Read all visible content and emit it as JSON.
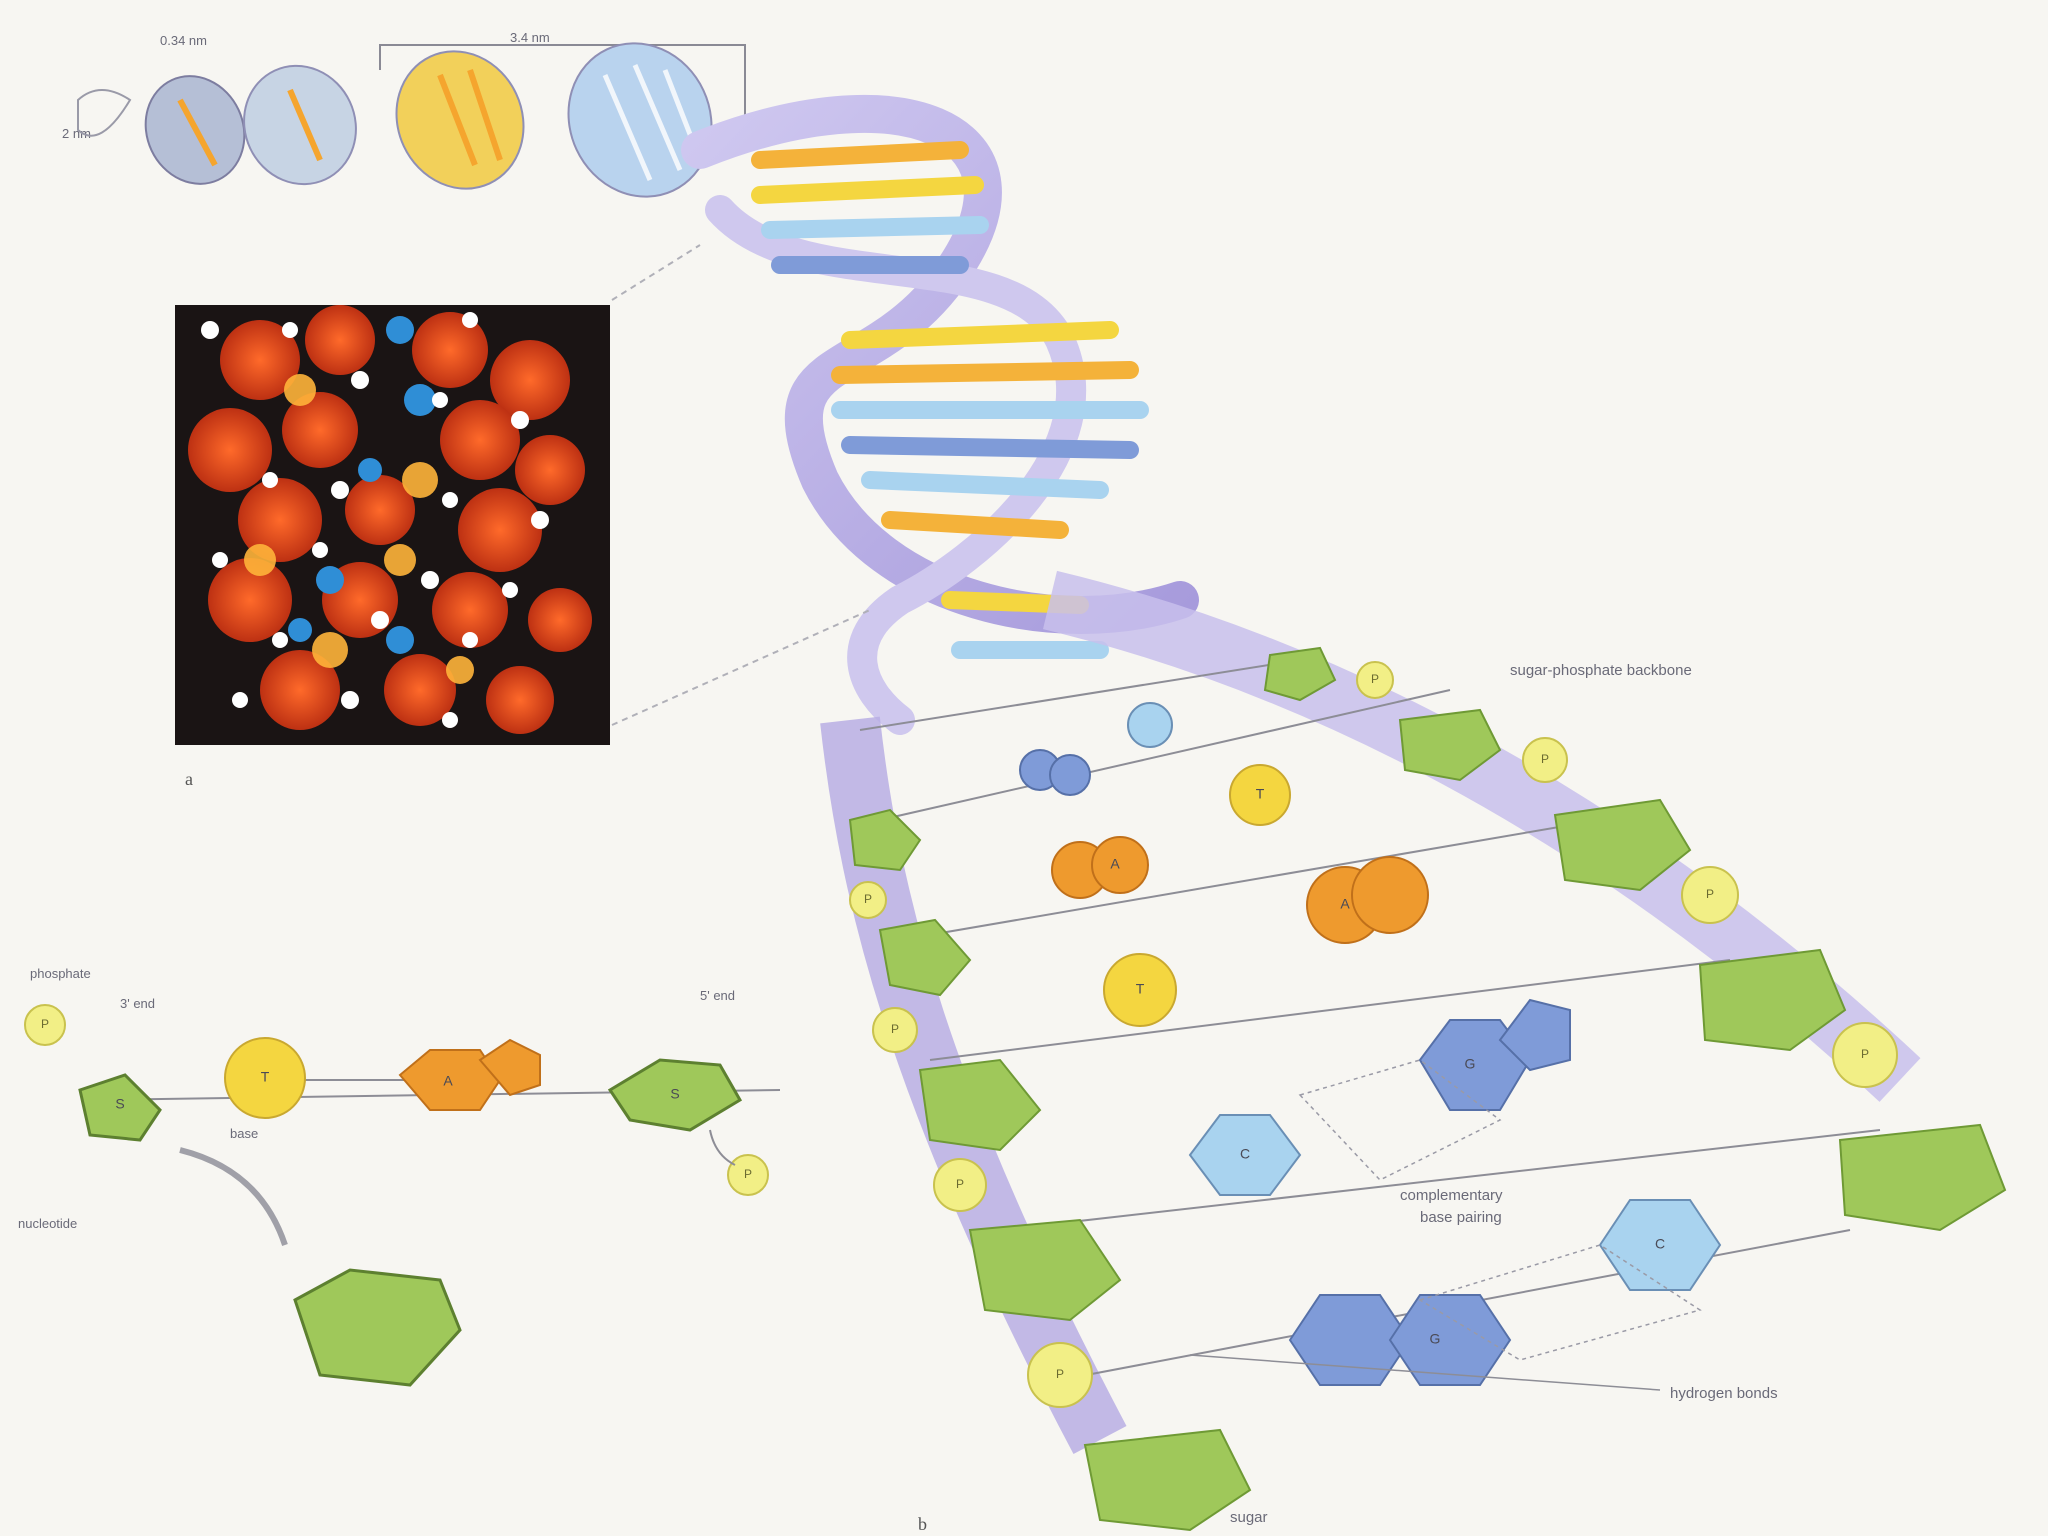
{
  "labels": {
    "top_left_a": "3.4 nm",
    "top_left_b": "0.34 nm",
    "top_helix_span": "3.4 nm",
    "top_left_width": "2 nm",
    "backbone": "sugar-phosphate backbone",
    "complementary_l1": "complementary",
    "complementary_l2": "base pairing",
    "hydrogen_bonds": "hydrogen bonds",
    "sugar_bottom": "sugar",
    "phosphate_left": "phosphate",
    "three_end_left": "3' end",
    "five_end_right": "5' end",
    "base_label": "base",
    "nucleotide_label": "nucleotide",
    "panel_a": "a",
    "panel_b": "b"
  },
  "base_letters": {
    "T": "T",
    "A": "A",
    "G": "G",
    "C": "C",
    "P": "P",
    "S": "S"
  },
  "colors": {
    "sugar": "#9fc85a",
    "sugar_edge": "#6f9a35",
    "phosphate": "#f2ef86",
    "phosphate_edge": "#c9c24e",
    "adenine": "#ee9a2e",
    "thymine": "#f4d640",
    "guanine": "#7f9bd8",
    "cytosine": "#a9d3ef",
    "backbone": "#b7aee0",
    "background": "#f7f6f2"
  }
}
